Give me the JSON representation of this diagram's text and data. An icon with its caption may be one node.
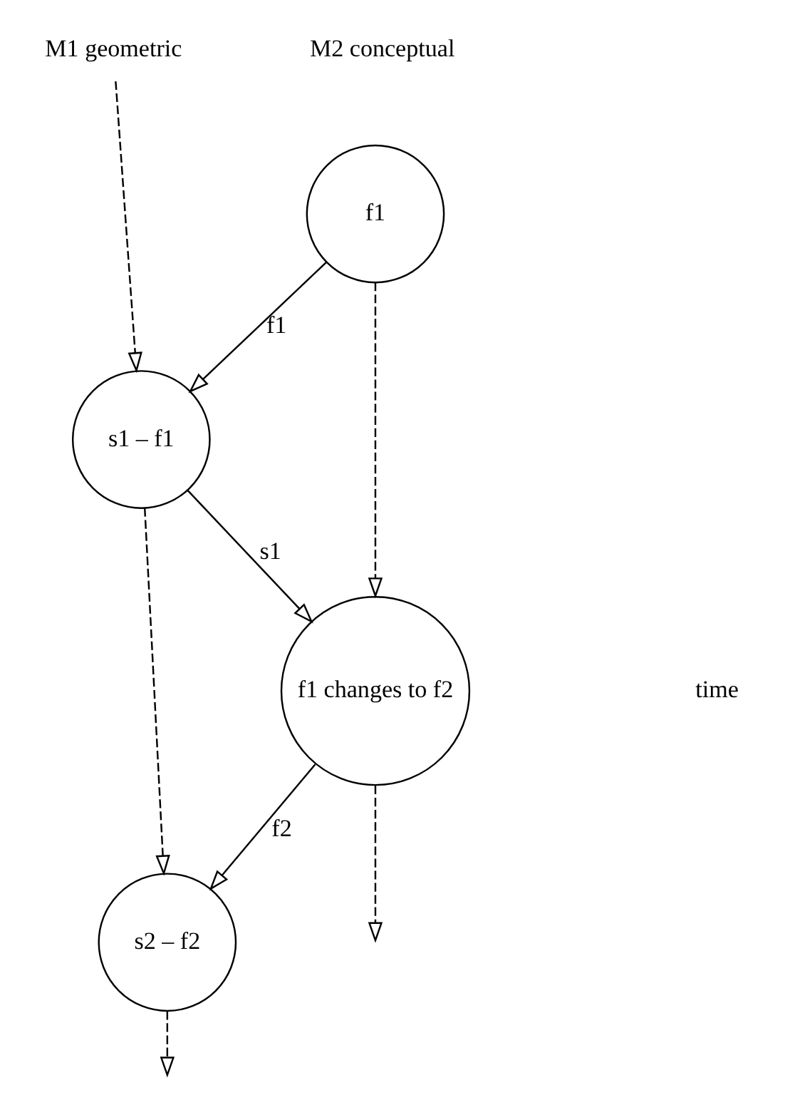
{
  "diagram": {
    "nodes": [
      {
        "text": [
          "M1 geometric"
        ]
      },
      {
        "text": [
          "f1"
        ]
      },
      {
        "text": [
          "s1 – f1"
        ]
      },
      {
        "text": [
          "f1 changes to f2"
        ]
      },
      {
        "text": [
          "s2 – f2"
        ]
      }
    ],
    "edges": [
      {
        "from": 0,
        "to": 2,
        "arrow": "to",
        "style": "dashed"
      },
      {
        "from": 1,
        "to": 2,
        "arrow": "to",
        "label": "f1"
      },
      {
        "from": 1,
        "to": 3,
        "arrow": "to",
        "style": "dashed"
      },
      {
        "from": 2,
        "to": 3,
        "arrow": "to",
        "label": "s1"
      },
      {
        "from": 2,
        "to": 4,
        "arrow": "to",
        "style": "dashed"
      },
      {
        "from": 3,
        "to": 4,
        "arrow": "to",
        "label": "f2"
      },
      {
        "from": 4,
        "to": null,
        "arrow": "to",
        "style": "dashed"
      },
      {
        "from": 3,
        "to": null,
        "arrow": "to",
        "style": "dashed"
      }
    ],
    "labels": [
      "M2 conceptual",
      "time"
    ]
  }
}
